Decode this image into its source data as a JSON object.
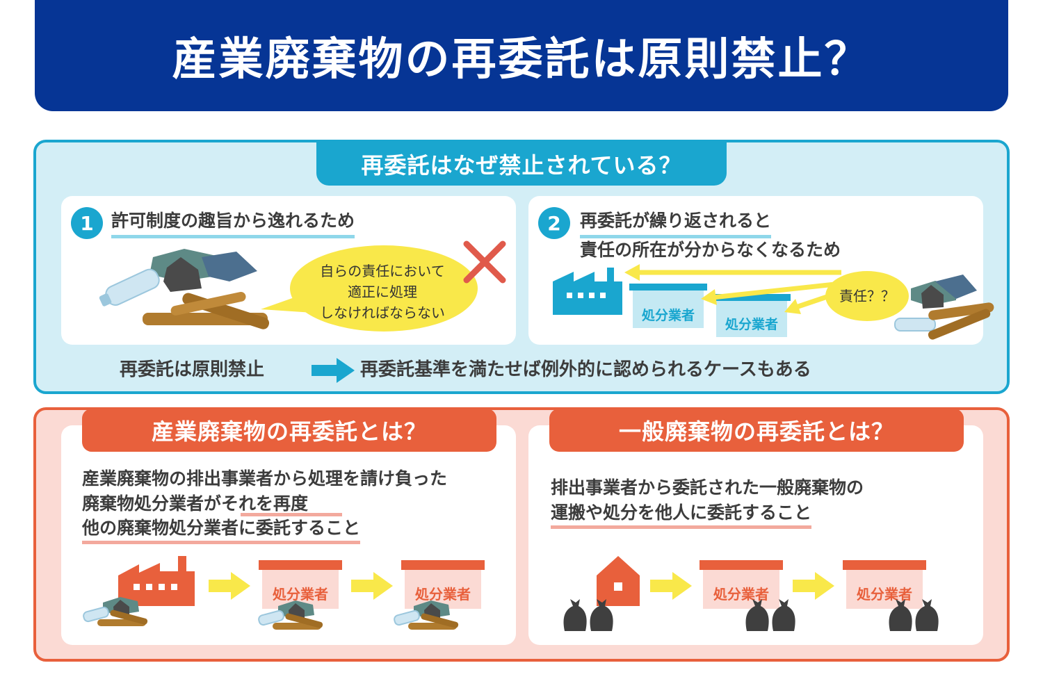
{
  "title": "産業廃棄物の再委託は原則禁止？",
  "why": {
    "heading": "再委託はなぜ禁止されている？",
    "reason1": {
      "number": "1",
      "text": "許可制度の趣旨から逸れるため",
      "bubble": [
        "自らの責任において",
        "適正に処理",
        "しなければならない"
      ]
    },
    "reason2": {
      "number": "2",
      "line1": "再委託が繰り返されると",
      "line2": "責任の所在が分からなくなるため",
      "bubble": "責任？？",
      "vendor1": "処分業者",
      "vendor2": "処分業者"
    },
    "conclusion_left": "再委託は原則禁止",
    "conclusion_right": "再委託基準を満たせば例外的に認められるケースもある"
  },
  "industrial": {
    "heading": "産業廃棄物の再委託とは？",
    "line1": "産業廃棄物の排出事業者から処理を請け負った",
    "line2": "廃棄物処分業者がそれを再度",
    "line3": "他の廃棄物処分業者に委託すること",
    "vendor1": "処分業者",
    "vendor2": "処分業者"
  },
  "general": {
    "heading": "一般廃棄物の再委託とは？",
    "line1": "排出事業者から委託された一般廃棄物の",
    "line2": "運搬や処分を他人に委託すること",
    "vendor1": "処分業者",
    "vendor2": "処分業者"
  },
  "colors": {
    "navy": "#063595",
    "blue": "#1aa6cf",
    "red": "#e8603c",
    "yellow": "#f9e84a",
    "cross": "#e05a4b"
  },
  "icons": [
    "factory-icon",
    "house-icon",
    "garbage-bag-icon",
    "waste-pile-icon",
    "cross-mark-icon",
    "arrow-right-icon"
  ]
}
